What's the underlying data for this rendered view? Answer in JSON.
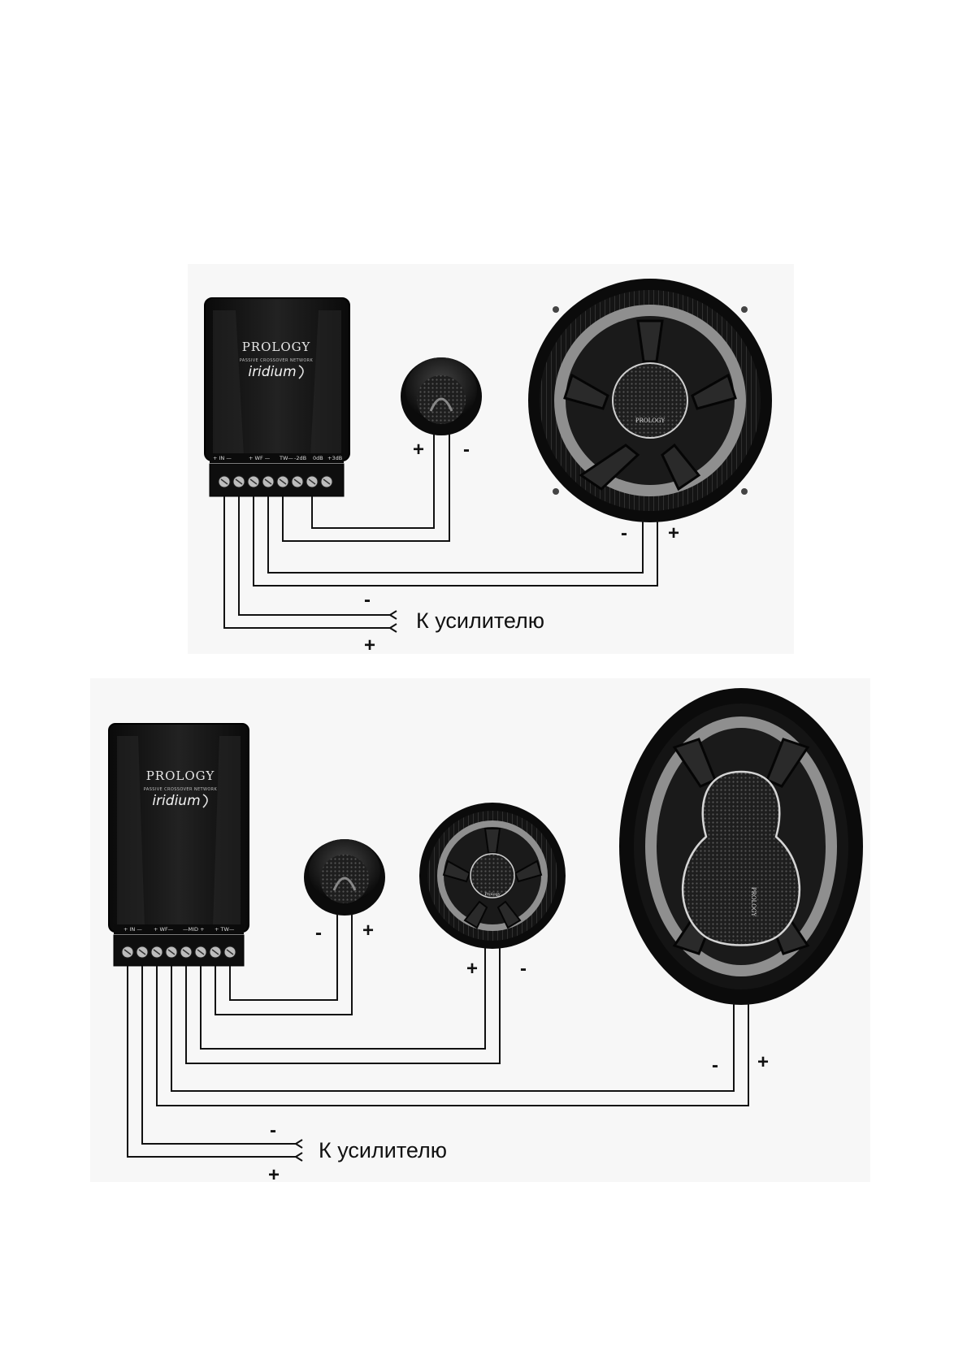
{
  "diagram1": {
    "crossover": {
      "brand": "PROLOGY",
      "subtitle": "PASSIVE CROSSOVER NETWORK",
      "model": "iridium",
      "terminal_labels": [
        "+ IN —",
        "+ WF —",
        "TW—",
        "-2dB",
        "0dB",
        "+3dB"
      ]
    },
    "tweeter_signs": [
      "+",
      "-"
    ],
    "woofer_brand": "PROLOGY",
    "woofer_signs": [
      "-",
      "+"
    ],
    "amp_signs": [
      "-",
      "+"
    ],
    "amp_label": "К усилителю"
  },
  "diagram2": {
    "crossover": {
      "brand": "PROLOGY",
      "subtitle": "PASSIVE CROSSOVER NETWORK",
      "model": "iridium",
      "terminal_labels": [
        "+ IN —",
        "+ WF—",
        "—MID +",
        "+ TW—"
      ]
    },
    "tweeter_signs": [
      "-",
      "+"
    ],
    "mid_brand": "Prology",
    "mid_signs": [
      "+",
      "-"
    ],
    "woofer_brand": "PROLOGY",
    "woofer_signs": [
      "-",
      "+"
    ],
    "amp_signs": [
      "-",
      "+"
    ],
    "amp_label": "К усилителю"
  }
}
